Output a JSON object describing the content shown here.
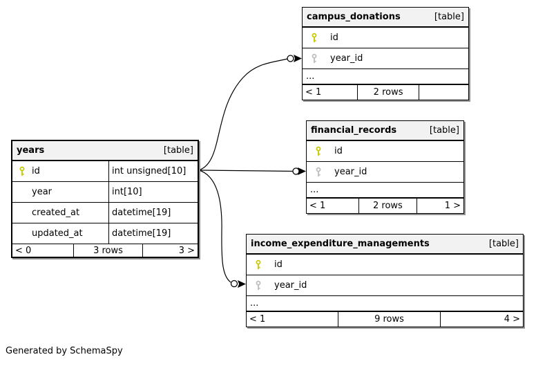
{
  "diagram": {
    "generator_note": "Generated by SchemaSpy",
    "line_color": "#000000",
    "header_bg": "#f2f2f2",
    "primary_key_color": "#c9c900",
    "foreign_key_color": "#bdbdbd"
  },
  "tables": {
    "years": {
      "name": "years",
      "tag": "[table]",
      "columns": [
        {
          "name": "id",
          "type": "int unsigned[10]",
          "key": "primary"
        },
        {
          "name": "year",
          "type": "int[10]",
          "key": "none"
        },
        {
          "name": "created_at",
          "type": "datetime[19]",
          "key": "none"
        },
        {
          "name": "updated_at",
          "type": "datetime[19]",
          "key": "none"
        }
      ],
      "footer": {
        "left": "< 0",
        "center": "3 rows",
        "right": "3 >"
      }
    },
    "campus_donations": {
      "name": "campus_donations",
      "tag": "[table]",
      "columns": [
        {
          "name": "id",
          "key": "primary"
        },
        {
          "name": "year_id",
          "key": "foreign"
        }
      ],
      "ellipsis": "...",
      "footer": {
        "left": "< 1",
        "center": "2 rows",
        "right": ""
      }
    },
    "financial_records": {
      "name": "financial_records",
      "tag": "[table]",
      "columns": [
        {
          "name": "id",
          "key": "primary"
        },
        {
          "name": "year_id",
          "key": "foreign"
        }
      ],
      "ellipsis": "...",
      "footer": {
        "left": "< 1",
        "center": "2 rows",
        "right": "1 >"
      }
    },
    "income_expenditure_managements": {
      "name": "income_expenditure_managements",
      "tag": "[table]",
      "columns": [
        {
          "name": "id",
          "key": "primary"
        },
        {
          "name": "year_id",
          "key": "foreign"
        }
      ],
      "ellipsis": "...",
      "footer": {
        "left": "< 1",
        "center": "9 rows",
        "right": "4 >"
      }
    }
  },
  "relationships": [
    {
      "from": "years.id",
      "to": "campus_donations.year_id"
    },
    {
      "from": "years.id",
      "to": "financial_records.year_id"
    },
    {
      "from": "years.id",
      "to": "income_expenditure_managements.year_id"
    }
  ]
}
